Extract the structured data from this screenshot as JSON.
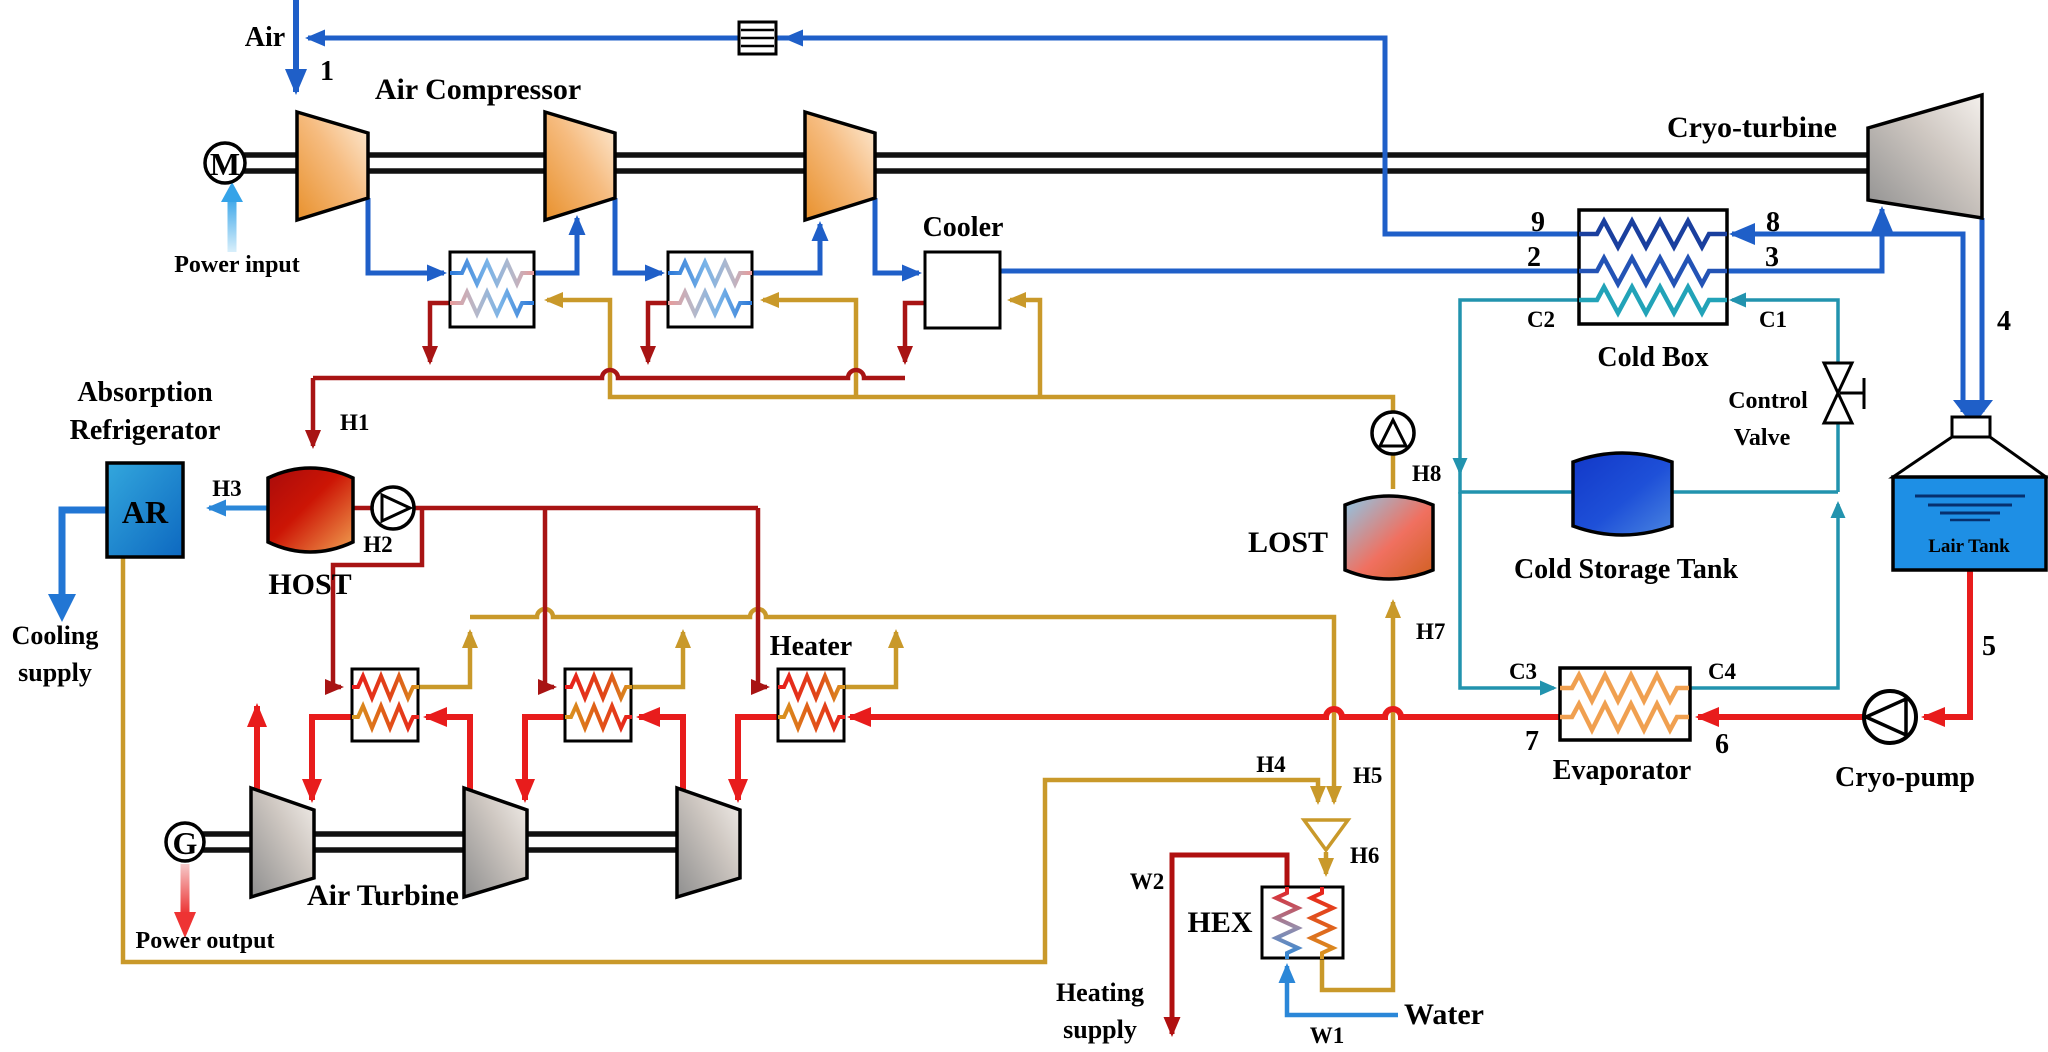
{
  "labels": {
    "air": "Air",
    "s1": "1",
    "air_compressor": "Air Compressor",
    "power_input": "Power input",
    "motor": "M",
    "cooler": "Cooler",
    "cryo_turbine": "Cryo-turbine",
    "s9": "9",
    "s2": "2",
    "s8": "8",
    "s3": "3",
    "s4": "4",
    "s5": "5",
    "s6": "6",
    "s7": "7",
    "c1": "C1",
    "c2": "C2",
    "c3": "C3",
    "c4": "C4",
    "cold_box": "Cold Box",
    "control_line1": "Control",
    "control_line2": "Valve",
    "cold_storage_tank": "Cold Storage Tank",
    "lair_tank": "Lair Tank",
    "cryo_pump": "Cryo-pump",
    "evaporator": "Evaporator",
    "absorption_line1": "Absorption",
    "absorption_line2": "Refrigerator",
    "ar": "AR",
    "cooling_line1": "Cooling",
    "cooling_line2": "supply",
    "host": "HOST",
    "h1": "H1",
    "h2": "H2",
    "h3": "H3",
    "h4": "H4",
    "h5": "H5",
    "h6": "H6",
    "h7": "H7",
    "h8": "H8",
    "heater": "Heater",
    "lost": "LOST",
    "hex": "HEX",
    "w1": "W1",
    "w2": "W2",
    "water": "Water",
    "heating_line1": "Heating",
    "heating_line2": "supply",
    "generator": "G",
    "air_turbine": "Air Turbine",
    "power_output": "Power output"
  },
  "colors": {
    "air_blue": "#1f5fc8",
    "medium_blue": "#2b87d8",
    "teal": "#2293ae",
    "gold": "#c9992a",
    "dark_red": "#a81414",
    "bright_red": "#e81c1c",
    "heating_red": "#b01010",
    "light_blue": "#35a3e8",
    "compressor_orange": "#e8912d",
    "turbine_gray": "#9e9e9e"
  }
}
